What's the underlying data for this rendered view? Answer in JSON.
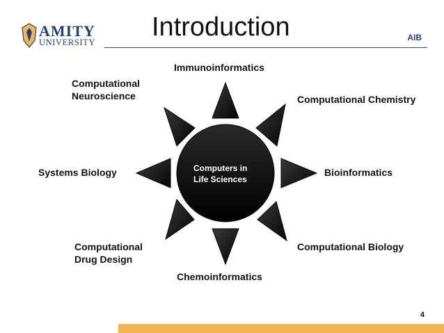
{
  "header": {
    "logo_line1": "AMITY",
    "logo_line2": "UNIVERSITY",
    "title": "Introduction",
    "tag": "AIB"
  },
  "diagram": {
    "hub": "Computers in Life Sciences",
    "labels": {
      "top": "Immunoinformatics",
      "top_right": "Computational Chemistry",
      "right": "Bioinformatics",
      "bottom_right": "Computational Biology",
      "bottom": "Chemoinformatics",
      "bottom_left_line1": "Computational",
      "bottom_left_line2": "Drug Design",
      "left": "Systems Biology",
      "top_left_line1": "Computational",
      "top_left_line2": "Neuroscience"
    }
  },
  "footer": {
    "page": "4"
  },
  "colors": {
    "accent": "#f2b553",
    "brand": "#1f3f7a",
    "shape": "#0d0d0d"
  }
}
